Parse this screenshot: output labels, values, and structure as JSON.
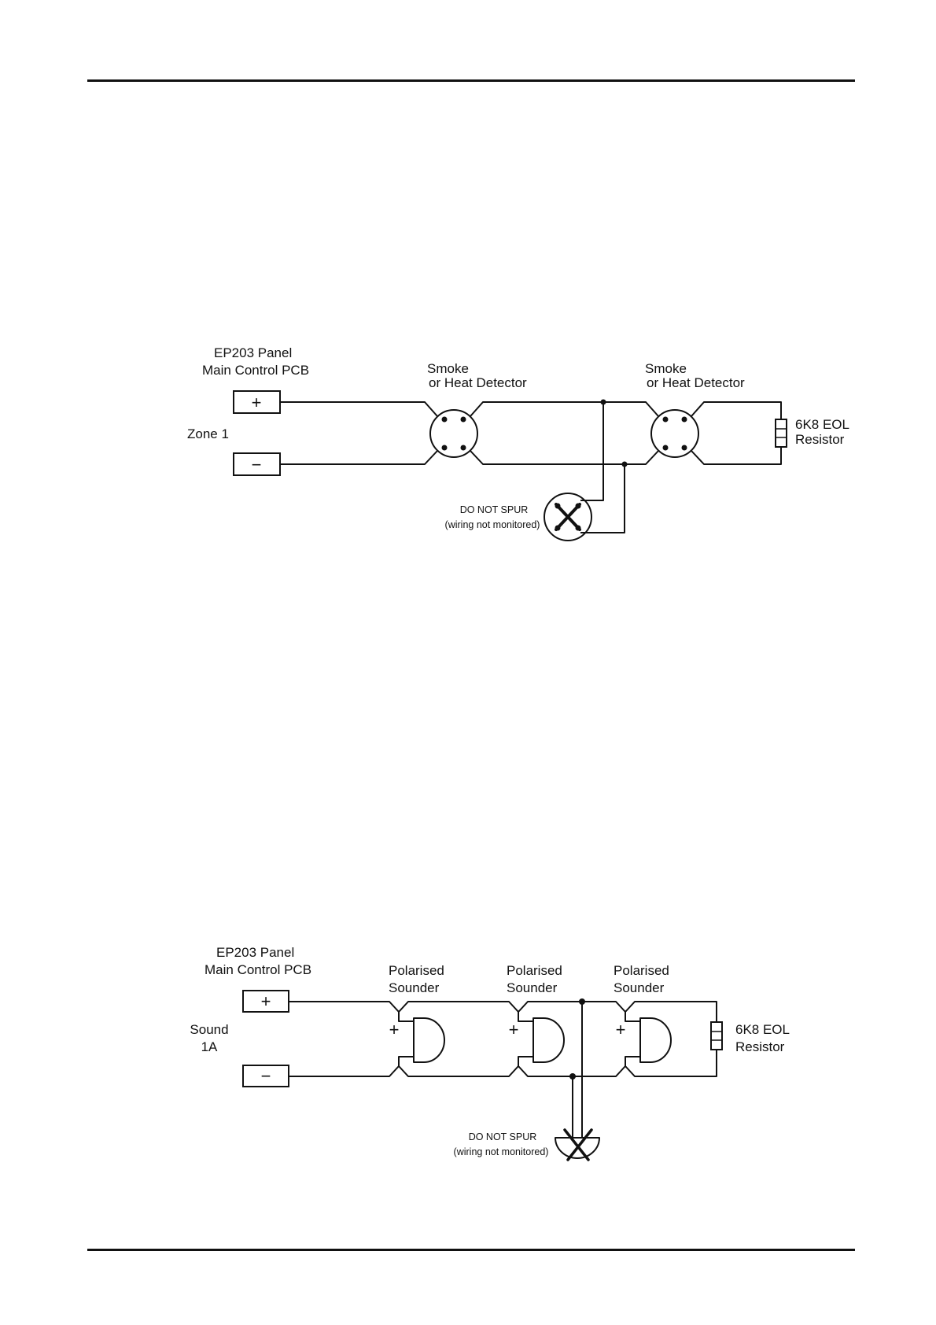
{
  "detector_diagram": {
    "panel_title_1": "EP203 Panel",
    "panel_title_2": "Main Control PCB",
    "zone_label": "Zone 1",
    "plus": "+",
    "minus": "−",
    "detector_1_label_1": "Smoke",
    "detector_1_label_2": "or Heat Detector",
    "detector_2_label_1": "Smoke",
    "detector_2_label_2": "or Heat Detector",
    "eol_label_1": "6K8 EOL",
    "eol_label_2": "Resistor",
    "spur_warning_1": "DO NOT SPUR",
    "spur_warning_2": "(wiring not monitored)"
  },
  "sounder_diagram": {
    "panel_title_1": "EP203 Panel",
    "panel_title_2": "Main Control PCB",
    "circuit_label_1": "Sound",
    "circuit_label_2": "1A",
    "plus": "+",
    "minus": "−",
    "sounder_1_label_1": "Polarised",
    "sounder_1_label_2": "Sounder",
    "sounder_2_label_1": "Polarised",
    "sounder_2_label_2": "Sounder",
    "sounder_3_label_1": "Polarised",
    "sounder_3_label_2": "Sounder",
    "sounder_polarity": "+",
    "eol_label_1": "6K8 EOL",
    "eol_label_2": "Resistor",
    "spur_warning_1": "DO NOT SPUR",
    "spur_warning_2": "(wiring not monitored)"
  }
}
